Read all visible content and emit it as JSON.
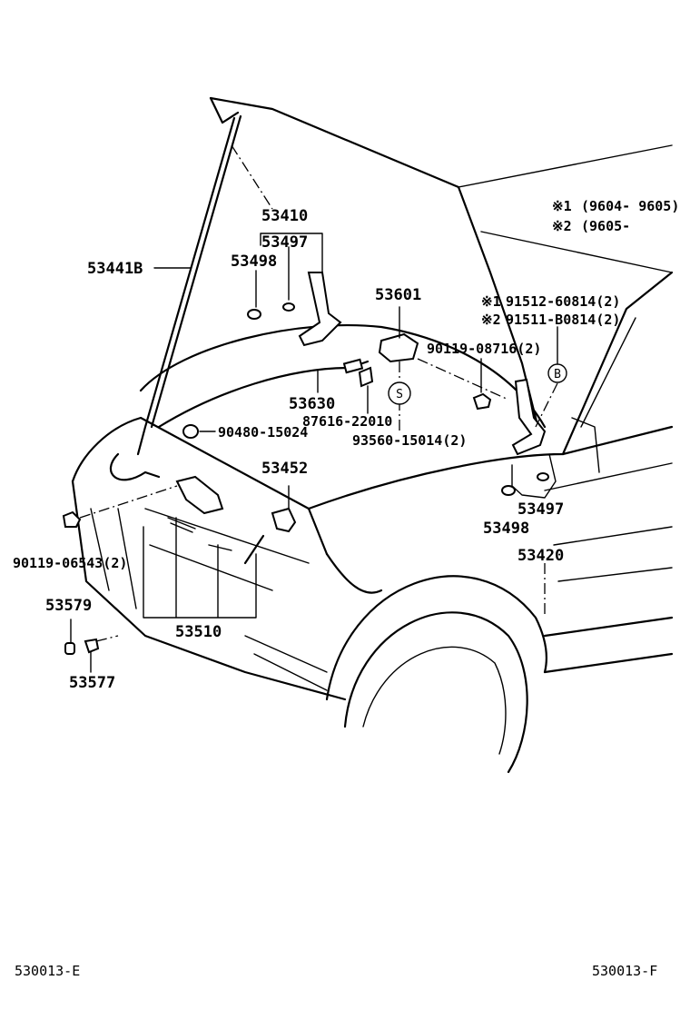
{
  "legend": {
    "note1_mark": "※1",
    "note1_range": "(9604- 9605)",
    "note2_mark": "※2",
    "note2_range": "(9605-        )"
  },
  "callouts": {
    "hood_support_rod": "53441B",
    "hood_panel": "53410",
    "hinge_cushion_left": "53497",
    "cushion_left": "53498",
    "lock_assy": "53601",
    "release_cable": "53630",
    "cable_clamp": "87616-22010",
    "bumper": "90480-15024",
    "screw_note1_mark": "※1",
    "screw_note1": "91512-60814(2)",
    "screw_note2_mark": "※2",
    "screw_note2": "91511-B0814(2)",
    "bolt_lock": "90119-08716(2)",
    "bolt_hinge": "93560-15014(2)",
    "hinge_right": "53420",
    "cushion_right_a": "53497",
    "cushion_right_b": "53498",
    "lever_assy": "53452",
    "bolt_lever": "90119-06543(2)",
    "grommet": "53579",
    "clip": "53577",
    "release_lever": "53510",
    "circle_s": "S",
    "circle_b": "B"
  },
  "footer": {
    "left_code": "530013-E",
    "right_code": "530013-F"
  }
}
